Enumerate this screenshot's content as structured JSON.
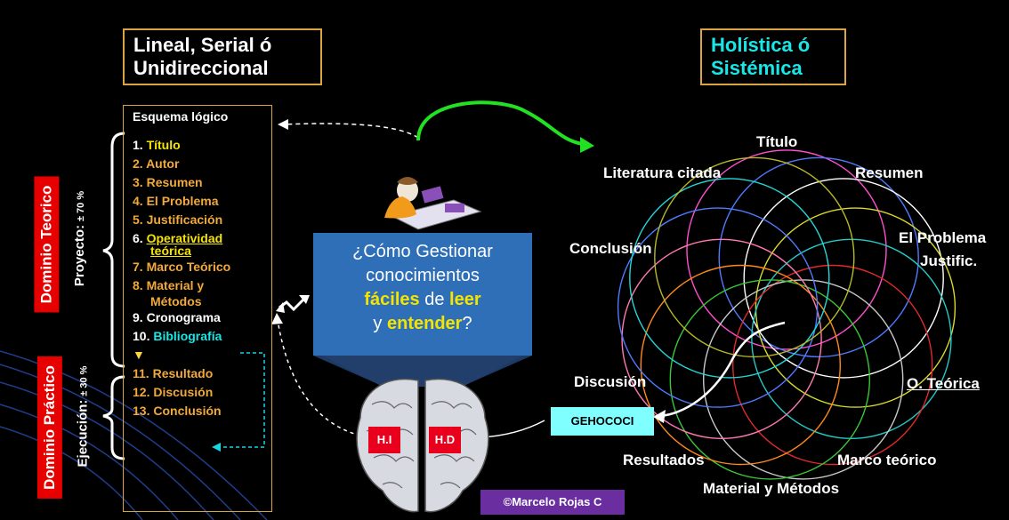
{
  "left_title": {
    "line1": "Lineal, Serial ó",
    "line2": "Unidireccional"
  },
  "right_title": {
    "line1": "Holística ó",
    "line2": "Sistémica"
  },
  "dominio_teorico": "Dominio Teorico",
  "dominio_practico": "Dominio Práctico",
  "proyecto": {
    "label": "Proyecto:",
    "pct": "± 70 %"
  },
  "ejecucion": {
    "label": "Ejecución:",
    "pct": "± 30 %"
  },
  "outline": {
    "heading": "Esquema lógico",
    "items": [
      {
        "n": "1.",
        "text": "Título",
        "style": "yellow"
      },
      {
        "n": "2.",
        "text": "Autor",
        "style": "orange"
      },
      {
        "n": "3.",
        "text": "Resumen",
        "style": "orange"
      },
      {
        "n": "4.",
        "text": "El Problema",
        "style": "orange"
      },
      {
        "n": "5.",
        "text": "Justificación",
        "style": "orange"
      },
      {
        "n": "6.",
        "text": "Operatividad",
        "style": "yellow-u"
      },
      {
        "n": "",
        "text": "teórica",
        "style": "yellow-u"
      },
      {
        "n": "7.",
        "text": "Marco Teórico",
        "style": "orange"
      },
      {
        "n": "8.",
        "text": "Material y",
        "style": "orange"
      },
      {
        "n": "",
        "text": "Métodos",
        "style": "orange"
      },
      {
        "n": "9.",
        "text": "Cronograma",
        "style": "white"
      },
      {
        "n": "10.",
        "text": "Bibliografía",
        "style": "cyan"
      },
      {
        "n": "",
        "text": "",
        "style": "arrow"
      },
      {
        "n": "11.",
        "text": "Resultado",
        "style": "orange"
      },
      {
        "n": "12.",
        "text": "Discusión",
        "style": "orange"
      },
      {
        "n": "13.",
        "text": "Conclusión",
        "style": "orange"
      }
    ]
  },
  "question": {
    "line1": "¿Cómo Gestionar",
    "line2": "conocimientos",
    "w_facil": "fáciles",
    "w_de": " de ",
    "w_leer": "leer",
    "w_y": "y ",
    "w_entender": "entender",
    "w_q": "?"
  },
  "brain": {
    "left": "H.I",
    "right": "H.D"
  },
  "gehococi": "GEHOCOCI",
  "holistic_labels": {
    "titulo": "Título",
    "literatura": "Literatura citada",
    "resumen": "Resumen",
    "conclusion": "Conclusión",
    "problema": "El Problema",
    "justific": "Justific.",
    "discusion": "Discusión",
    "oteorica": "O. Teórica",
    "resultados": "Resultados",
    "marco": "Marco teórico",
    "material": "Material y Métodos"
  },
  "credit": "©Marcelo Rojas C",
  "colors": {
    "box_border": "#d9a441",
    "title_cyan": "#19e6e6",
    "question_bg": "#2f6fb8",
    "funnel": "#25406b",
    "red_label": "#e60000",
    "credit_bg": "#6a2ea0",
    "green_arrow": "#22e022",
    "circles": [
      "#ff4fd0",
      "#4f7bff",
      "#ffffff",
      "#d9d92b",
      "#24c8c8",
      "#e02a2a",
      "#c9c9c9",
      "#39c739",
      "#ff8a1a",
      "#ff7ab0",
      "#4f7bff",
      "#22d8d8",
      "#b8b828"
    ]
  }
}
